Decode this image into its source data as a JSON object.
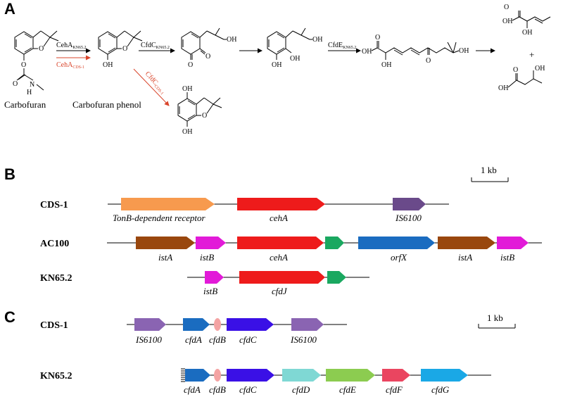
{
  "panels": {
    "a": "A",
    "b": "B",
    "c": "C"
  },
  "panel_a": {
    "molecules": {
      "carbofuran": "Carbofuran",
      "carbofuran_phenol": "Carbofuran phenol"
    },
    "atoms": {
      "o": "O",
      "oh": "OH",
      "n": "N",
      "h": "H"
    },
    "enzymes": {
      "ceha_kn": {
        "name": "CehA",
        "sub": "KN65.2"
      },
      "ceha_cds": {
        "name": "CehA",
        "sub": "CDS-1"
      },
      "cfdc_kn": {
        "name": "CfdC",
        "sub": "KN65.2"
      },
      "cfdc_cds": {
        "name": "CfdC",
        "sub": "CDS-1"
      },
      "cfde_kn": {
        "name": "CfdE",
        "sub": "KN65.2"
      }
    },
    "plus": "+",
    "colors": {
      "black": "#000000",
      "red": "#d9452b"
    }
  },
  "panel_b": {
    "scale": "1 kb",
    "tracks": [
      {
        "strain": "CDS-1",
        "genes": [
          {
            "label": "TonB-dependent receptor",
            "color": "#f79a4e"
          },
          {
            "label": "cehA",
            "color": "#ee1b1b"
          },
          {
            "label": "IS6100",
            "color": "#6a4a8a"
          }
        ]
      },
      {
        "strain": "AC100",
        "genes": [
          {
            "label": "istA",
            "color": "#99470e"
          },
          {
            "label": "istB",
            "color": "#e21ad8"
          },
          {
            "label": "cehA",
            "color": "#ee1b1b"
          },
          {
            "label": "",
            "color": "#1aa860"
          },
          {
            "label": "orfX",
            "color": "#1a6cc0"
          },
          {
            "label": "istA",
            "color": "#99470e"
          },
          {
            "label": "istB",
            "color": "#e21ad8"
          }
        ]
      },
      {
        "strain": "KN65.2",
        "genes": [
          {
            "label": "istB",
            "color": "#e21ad8"
          },
          {
            "label": "cfdJ",
            "color": "#ee1b1b"
          },
          {
            "label": "",
            "color": "#1aa860"
          }
        ]
      }
    ]
  },
  "panel_c": {
    "scale": "1 kb",
    "tracks": [
      {
        "strain": "CDS-1",
        "genes": [
          {
            "label": "IS6100",
            "color": "#8a64b2"
          },
          {
            "label": "cfdA",
            "color": "#1a6cc0"
          },
          {
            "label": "cfdB",
            "color": "#f4a3a3"
          },
          {
            "label": "cfdC",
            "color": "#3a10e6"
          },
          {
            "label": "IS6100",
            "color": "#8a64b2"
          }
        ]
      },
      {
        "strain": "KN65.2",
        "genes": [
          {
            "label": "cfdA",
            "color": "#1a6cc0"
          },
          {
            "label": "cfdB",
            "color": "#f4a3a3"
          },
          {
            "label": "cfdC",
            "color": "#3a10e6"
          },
          {
            "label": "cfdD",
            "color": "#7fd8d4"
          },
          {
            "label": "cfdE",
            "color": "#8ccc50"
          },
          {
            "label": "cfdF",
            "color": "#ea4560"
          },
          {
            "label": "cfdG",
            "color": "#1aa8e6"
          }
        ]
      }
    ]
  }
}
